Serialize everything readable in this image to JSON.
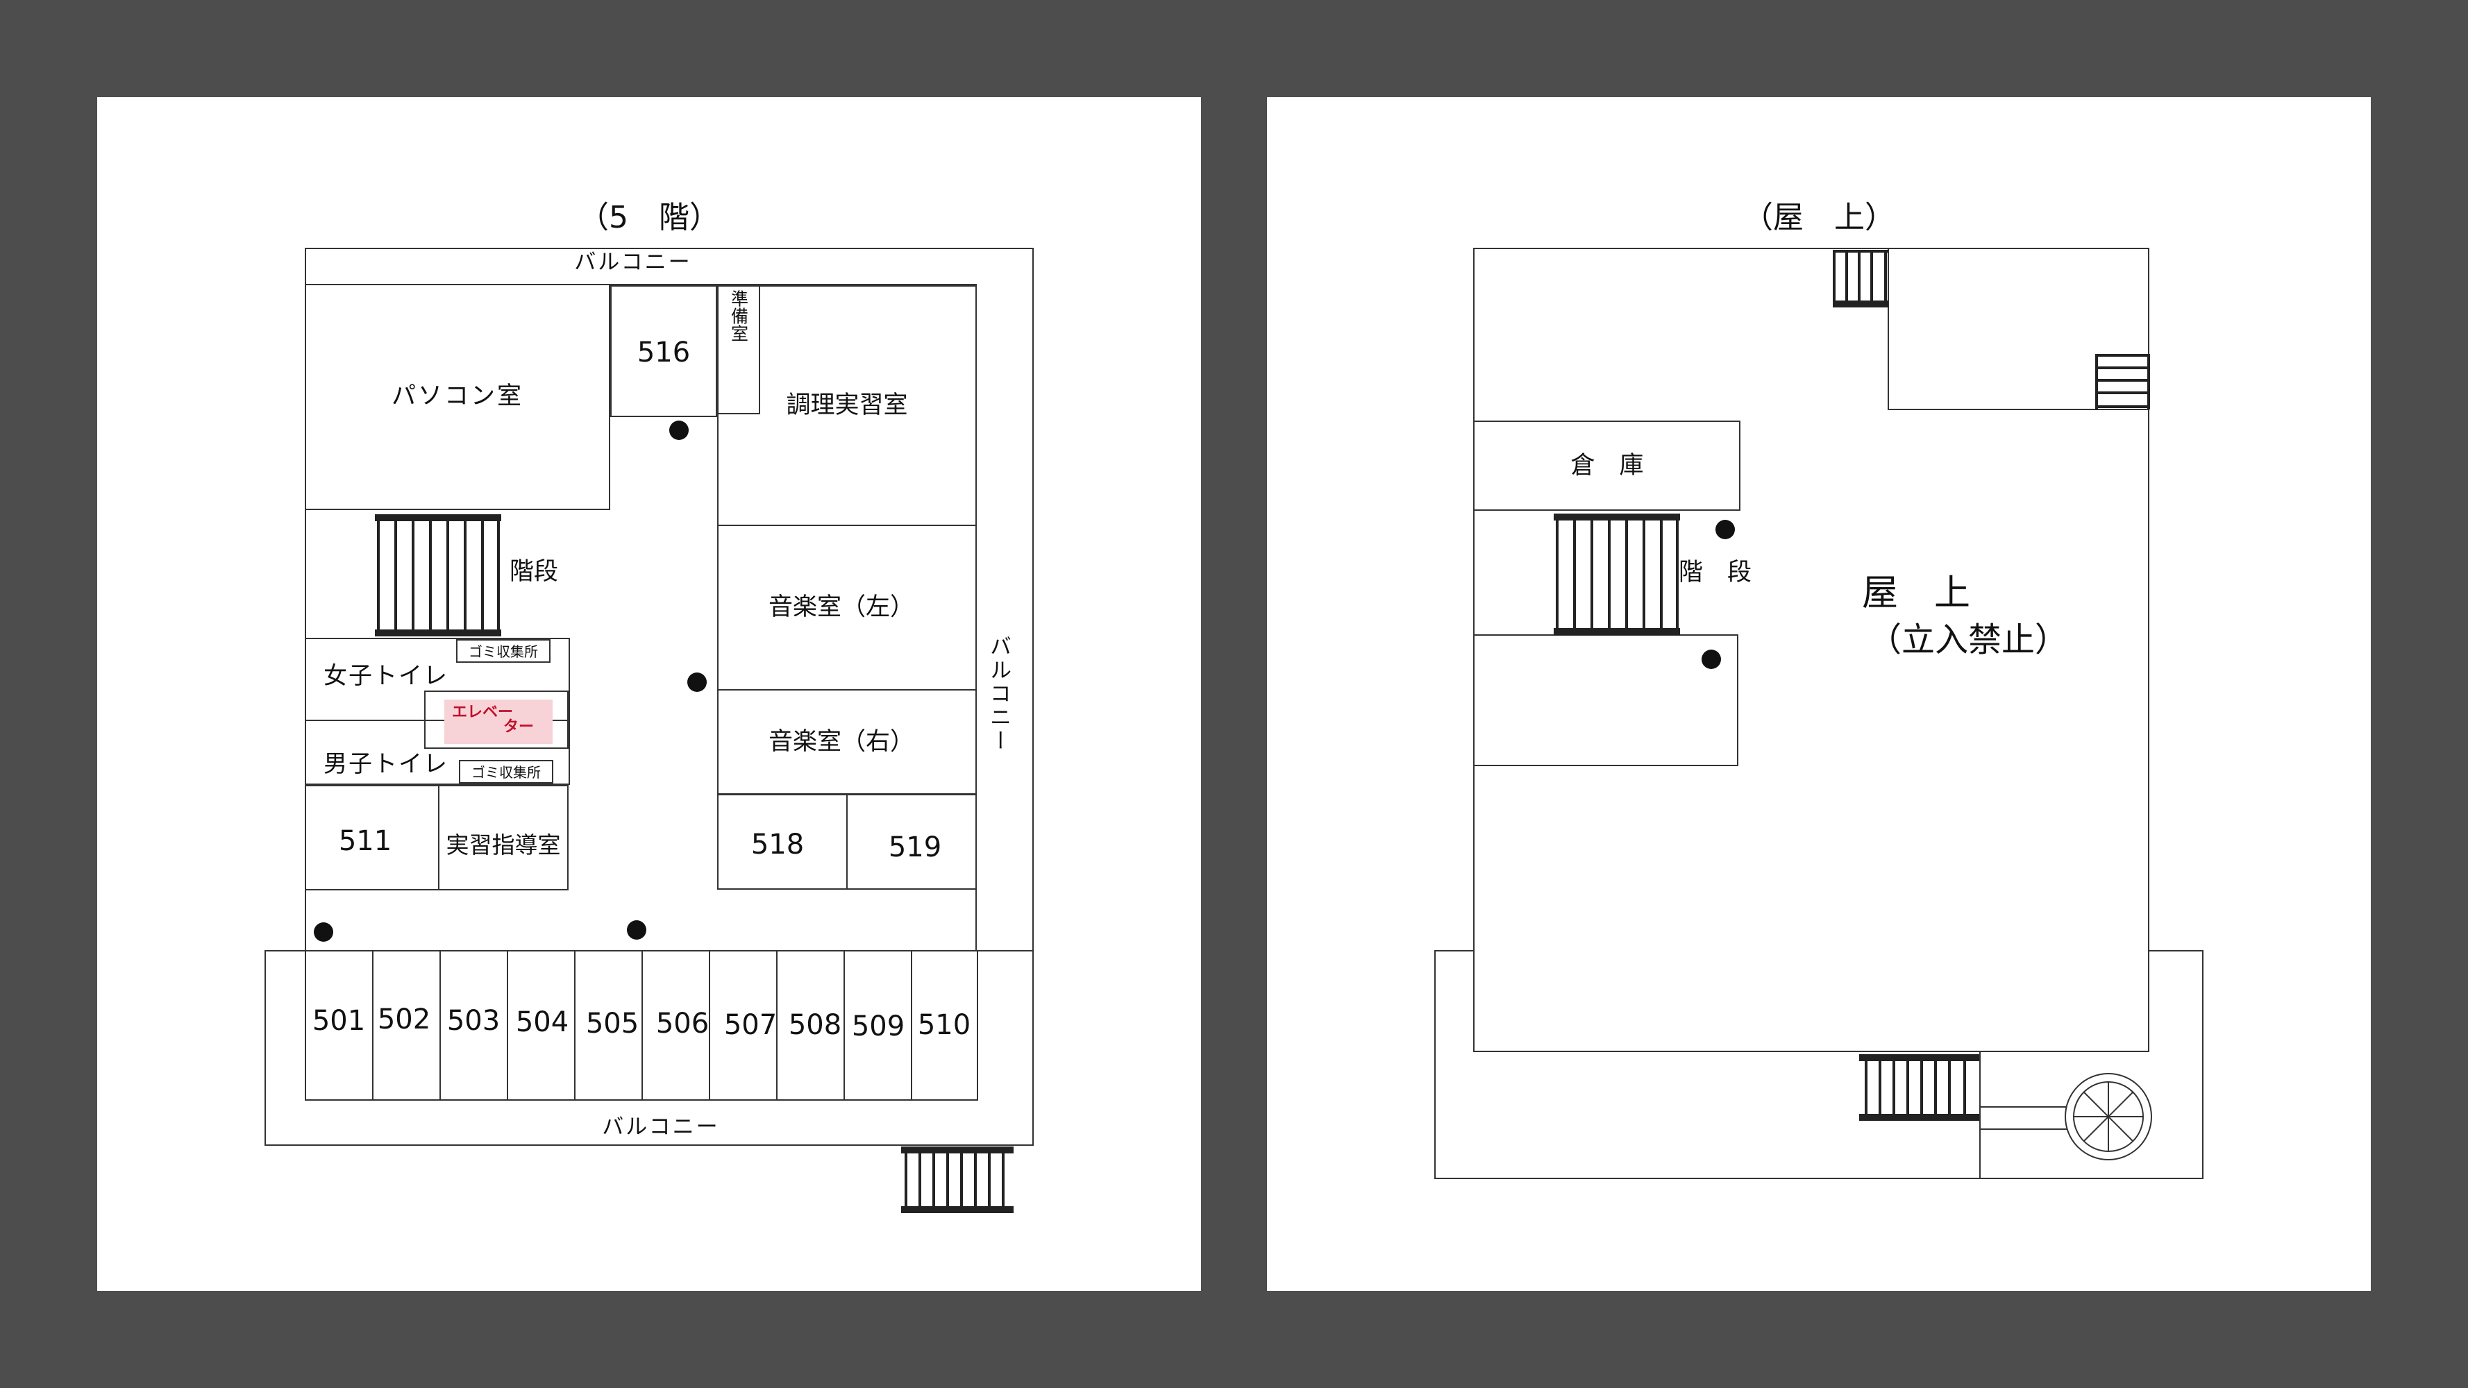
{
  "floor5": {
    "title": "（5　階）",
    "balcony_top": "バルコニー",
    "balcony_bottom": "バルコニー",
    "balcony_right": "バルコニー",
    "pc_room": "パソコン室",
    "room_516": "516",
    "prep_room": "準備室",
    "cooking_room": "調理実習室",
    "stairs": "階段",
    "music_left": "音楽室（左）",
    "music_right": "音楽室（右）",
    "womens_toilet": "女子トイレ",
    "mens_toilet": "男子トイレ",
    "garbage_1": "ゴミ収集所",
    "garbage_2": "ゴミ収集所",
    "elevator_1": "エレベー",
    "elevator_2": "ター",
    "room_511": "511",
    "practice_guidance": "実習指導室",
    "room_518": "518",
    "room_519": "519",
    "classrooms": [
      "501",
      "502",
      "503",
      "504",
      "505",
      "506",
      "507",
      "508",
      "509",
      "510"
    ]
  },
  "rooftop": {
    "title": "（屋　上）",
    "storage": "倉　庫",
    "stairs": "階　段",
    "rooftop_label": "屋　上",
    "no_entry": "（立入禁止）"
  },
  "colors": {
    "background": "#4d4d4d",
    "sheet": "#ffffff",
    "elevator_fill": "#f7d3d8",
    "elevator_text": "#c0102a"
  }
}
